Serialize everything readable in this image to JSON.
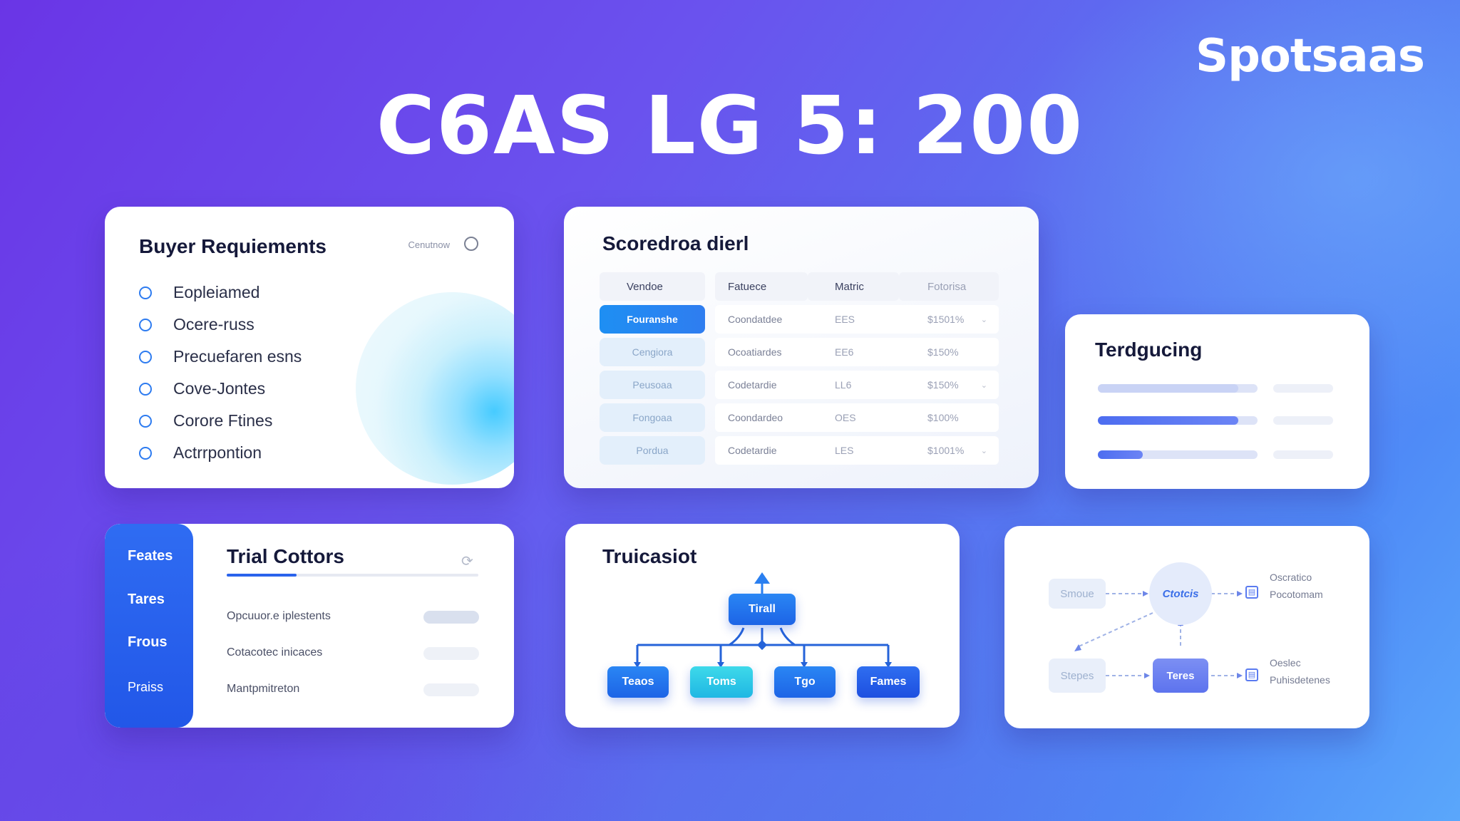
{
  "brand": "Spotsaas",
  "hero_title": "C6AS LG 5: 200",
  "buyer": {
    "title": "Buyer Requiements",
    "option_label": "Cenutnow",
    "items": [
      "Eopleiamed",
      "Ocere-russ",
      "Precuefaren esns",
      "Cove-Jontes",
      "Corore Ftines",
      "Actrrpontion"
    ]
  },
  "scorecard": {
    "title": "Scoredroa dierl",
    "headers": [
      "Vendoe",
      "Fatuece",
      "Matric",
      "Fotorisa"
    ],
    "rows": [
      {
        "vendor": "Fouranshe",
        "feature": "Coondatdee",
        "metric": "EES",
        "price": "$1501%"
      },
      {
        "vendor": "Cengiora",
        "feature": "Ocoatiardes",
        "metric": "EE6",
        "price": "$150%"
      },
      {
        "vendor": "Peusoaa",
        "feature": "Codetardie",
        "metric": "LL6",
        "price": "$150%"
      },
      {
        "vendor": "Fongoaa",
        "feature": "Coondardeo",
        "metric": "OES",
        "price": "$100%"
      },
      {
        "vendor": "Pordua",
        "feature": "Codetardie",
        "metric": "LES",
        "price": "$1001%"
      }
    ]
  },
  "tracking": {
    "title": "Terdgucing",
    "progress": [
      0.88,
      0.88,
      0.28
    ]
  },
  "trial": {
    "sidenav": [
      "Feates",
      "Tares",
      "Frous",
      "Praiss"
    ],
    "title": "Trial Cottors",
    "items": [
      "Opcuuor.e iplestents",
      "Cotacotec inicaces",
      "Mantpmitreton"
    ]
  },
  "structure": {
    "title": "Truicasiot",
    "root": "Tirall",
    "children": [
      "Teaos",
      "Toms",
      "Tgo",
      "Fames"
    ]
  },
  "flow": {
    "source_top": "Smoue",
    "hub": "Ctotcis",
    "source_bottom": "Stepes",
    "target": "Teres",
    "out_top": [
      "Oscratico",
      "Pocotomam"
    ],
    "out_bottom": [
      "Oeslec",
      "Puhisdetenes"
    ]
  },
  "colors": {
    "accent": "#2a63ec",
    "cyan": "#26c6e6",
    "bg_start": "#6a35e6",
    "bg_end": "#5aa7fb"
  }
}
